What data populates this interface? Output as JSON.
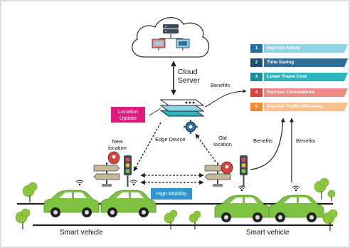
{
  "labels": {
    "cloud_server": "Cloud\nServer",
    "edge_device": "Edge Device",
    "location_update": "Location\nUpdate",
    "new_location": "New\nlocation",
    "old_location": "Old\nlocation",
    "high_mobility": "High Mobility",
    "benefits_top": "Benefits",
    "benefits_left": "Benefits",
    "benefits_right": "Benefits",
    "smart_vehicle_left": "Smart vehicle",
    "smart_vehicle_right": "Smart vehicle"
  },
  "benefits": [
    {
      "num": "1",
      "label": "Improve Safety",
      "color": "#8fd3e6",
      "num_color": "#1f6fa8"
    },
    {
      "num": "2",
      "label": "Time Saving",
      "color": "#2f6e99",
      "num_color": "#1d4f73"
    },
    {
      "num": "3",
      "label": "Lower Travel Cost",
      "color": "#2cb5bf",
      "num_color": "#1b8e99"
    },
    {
      "num": "4",
      "label": "Improve Convenience",
      "color": "#ee8a84",
      "num_color": "#d9433b"
    },
    {
      "num": "5",
      "label": "Improve Traffic Efficiency",
      "color": "#f7c090",
      "num_color": "#f08a2c"
    }
  ],
  "colors": {
    "car": "#7ec242",
    "road": "#222222",
    "tree": "#8cc63f",
    "accent_magenta": "#e0197d",
    "accent_blue": "#2e96d3"
  },
  "icons": [
    "cloud-icon",
    "server-icon",
    "edge-device-icon",
    "gear-icon",
    "traffic-light-icon",
    "signpost-icon",
    "map-pin-icon",
    "wifi-icon",
    "car-icon",
    "tree-icon"
  ]
}
